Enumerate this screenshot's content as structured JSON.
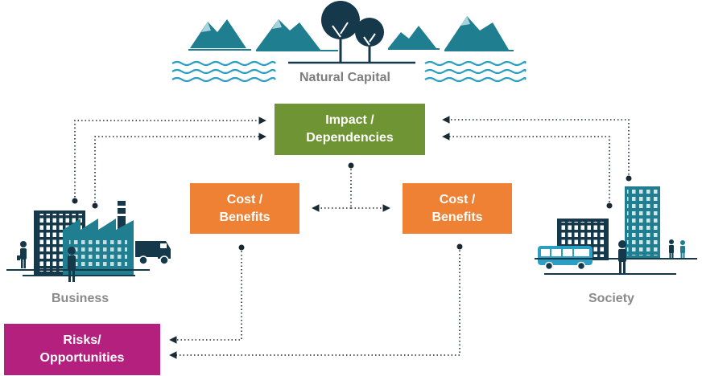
{
  "labels": {
    "natural_capital": "Natural Capital",
    "business": "Business",
    "society": "Society"
  },
  "boxes": {
    "impact": {
      "line1": "Impact /",
      "line2": "Dependencies",
      "color": "#6f9433"
    },
    "cost_left": {
      "line1": "Cost /",
      "line2": "Benefits",
      "color": "#ee8133"
    },
    "cost_right": {
      "line1": "Cost /",
      "line2": "Benefits",
      "color": "#ee8133"
    },
    "risks": {
      "line1": "Risks/",
      "line2": "Opportunities",
      "color": "#b4207e"
    }
  },
  "colors": {
    "teal": "#1f7f91",
    "navy": "#16384b",
    "water": "#2b9ec3",
    "connector": "#1a2a35"
  },
  "icons": [
    "mountain-icon",
    "tree-icon",
    "water-wave-icon",
    "factory-icon",
    "truck-icon",
    "office-building-icon",
    "bus-icon",
    "person-icon"
  ]
}
